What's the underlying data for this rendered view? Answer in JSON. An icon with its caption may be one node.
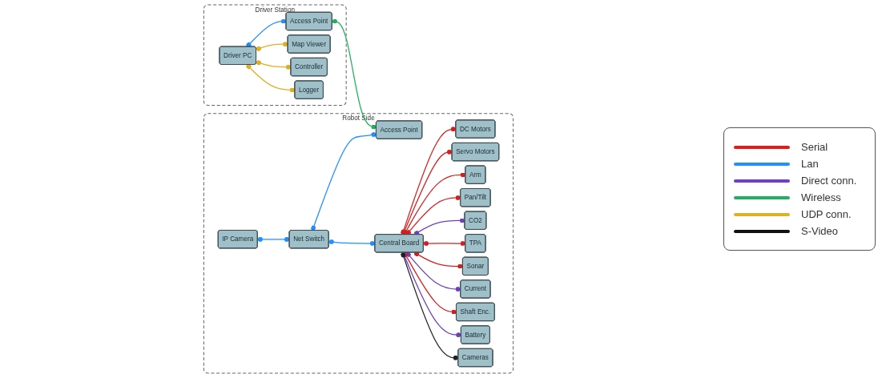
{
  "diagram": {
    "nodes": [
      {
        "text": [
          "Driver Station"
        ]
      },
      {
        "text": [
          "Driver PC"
        ],
        "in": 0
      },
      {
        "text": [
          "Access Point"
        ],
        "in": 0
      },
      {
        "text": [
          "Map Viewer"
        ],
        "in": 0
      },
      {
        "text": [
          "Controller"
        ],
        "in": 0
      },
      {
        "text": [
          "Logger"
        ],
        "in": 0
      },
      {
        "text": [
          "Robot Side"
        ]
      },
      {
        "text": [
          "IP Camera"
        ],
        "in": 6
      },
      {
        "text": [
          "Net Switch"
        ],
        "in": 6
      },
      {
        "text": [
          "Access Point"
        ],
        "in": 6
      },
      {
        "text": [
          "DC Motors"
        ],
        "in": 6
      },
      {
        "text": [
          "Central Board"
        ],
        "in": 6
      },
      {
        "text": [
          "Servo Motors"
        ],
        "in": 6
      },
      {
        "text": [
          "Arm"
        ],
        "in": 6
      },
      {
        "text": [
          "Pan/Tilt"
        ],
        "in": 6
      },
      {
        "text": [
          "CO2"
        ],
        "in": 6
      },
      {
        "text": [
          "TPA"
        ],
        "in": 6
      },
      {
        "text": [
          "Sonar"
        ],
        "in": 6
      },
      {
        "text": [
          "Current"
        ],
        "in": 6
      },
      {
        "text": [
          "Shaft Enc."
        ],
        "in": 6
      },
      {
        "text": [
          "Battery"
        ],
        "in": 6
      },
      {
        "text": [
          "Cameras"
        ],
        "in": 6
      }
    ],
    "edges": [
      {
        "from": 1,
        "to": 2,
        "arrow": "other",
        "color": "#1e90ff"
      },
      {
        "from": 1,
        "to": 3,
        "arrow": "other",
        "color": "#e0b020"
      },
      {
        "from": 1,
        "to": 4,
        "arrow": "other",
        "color": "#e0b020"
      },
      {
        "from": 1,
        "to": 5,
        "arrow": "other",
        "color": "#e0b020"
      },
      {
        "from": 2,
        "to": 9,
        "arrow": "other",
        "color": "#20b060"
      },
      {
        "from": 7,
        "to": 8,
        "arrow": "other",
        "color": "#1e90ff"
      },
      {
        "from": 8,
        "to": 9,
        "arrow": "other",
        "color": "#1e90ff"
      },
      {
        "from": 8,
        "to": 11,
        "arrow": "other",
        "color": "#1e90ff"
      },
      {
        "from": 11,
        "to": 10,
        "arrow": "other"
      },
      {
        "from": 11,
        "to": 12,
        "arrow": "other"
      },
      {
        "from": 11,
        "to": 13,
        "arrow": "other"
      },
      {
        "from": 11,
        "to": 14,
        "arrow": "other"
      },
      {
        "from": 11,
        "to": 15,
        "arrow": "other",
        "color": "#7040c0"
      },
      {
        "from": 11,
        "to": 16,
        "arrow": "other"
      },
      {
        "from": 11,
        "to": 17,
        "arrow": "other"
      },
      {
        "from": 11,
        "to": 18,
        "arrow": "other",
        "color": "#7040c0"
      },
      {
        "from": 11,
        "to": 19,
        "arrow": "other"
      },
      {
        "from": 11,
        "to": 20,
        "arrow": "other",
        "color": "#7040c0"
      },
      {
        "from": 11,
        "to": 21,
        "arrow": "other",
        "color": "#222222"
      }
    ],
    "legend": [
      {
        "text": "Serial",
        "color": "#d62020"
      },
      {
        "text": "Lan",
        "color": "#1e90ff"
      },
      {
        "text": "Direct conn.",
        "color": "#7040c0"
      },
      {
        "text": "Wireless",
        "color": "#20b060"
      },
      {
        "text": "UDP conn.",
        "color": "#e0b020"
      },
      {
        "text": "S-Video",
        "color": "#111111"
      }
    ]
  }
}
